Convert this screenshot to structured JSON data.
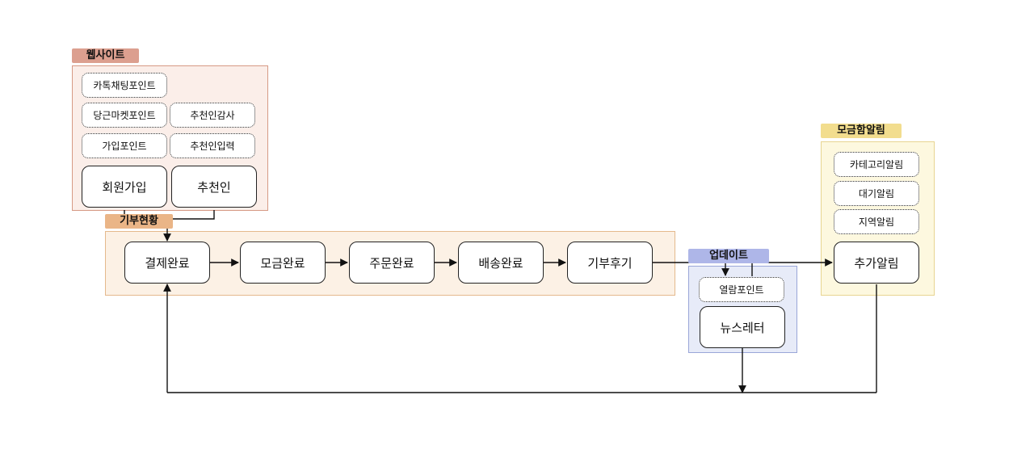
{
  "groups": {
    "website": "웹사이트",
    "donation_status": "기부현황",
    "update": "업데이트",
    "notification": "모금함알림"
  },
  "website": {
    "kakao_point": "카톡채팅포인트",
    "karrot_point": "당근마켓포인트",
    "signup_point": "가입포인트",
    "referrer_thanks": "추천인감사",
    "referrer_input": "추천인입력",
    "signup": "회원가입",
    "referrer": "추천인"
  },
  "flow": {
    "payment_done": "결제완료",
    "fundraising_done": "모금완료",
    "order_done": "주문완료",
    "delivery_done": "배송완료",
    "donation_review": "기부후기"
  },
  "update": {
    "read_point": "열람포인트",
    "newsletter": "뉴스레터"
  },
  "notification": {
    "category_alert": "카테고리알림",
    "waiting_alert": "대기알림",
    "region_alert": "지역알림",
    "extra_alert": "추가알림"
  }
}
